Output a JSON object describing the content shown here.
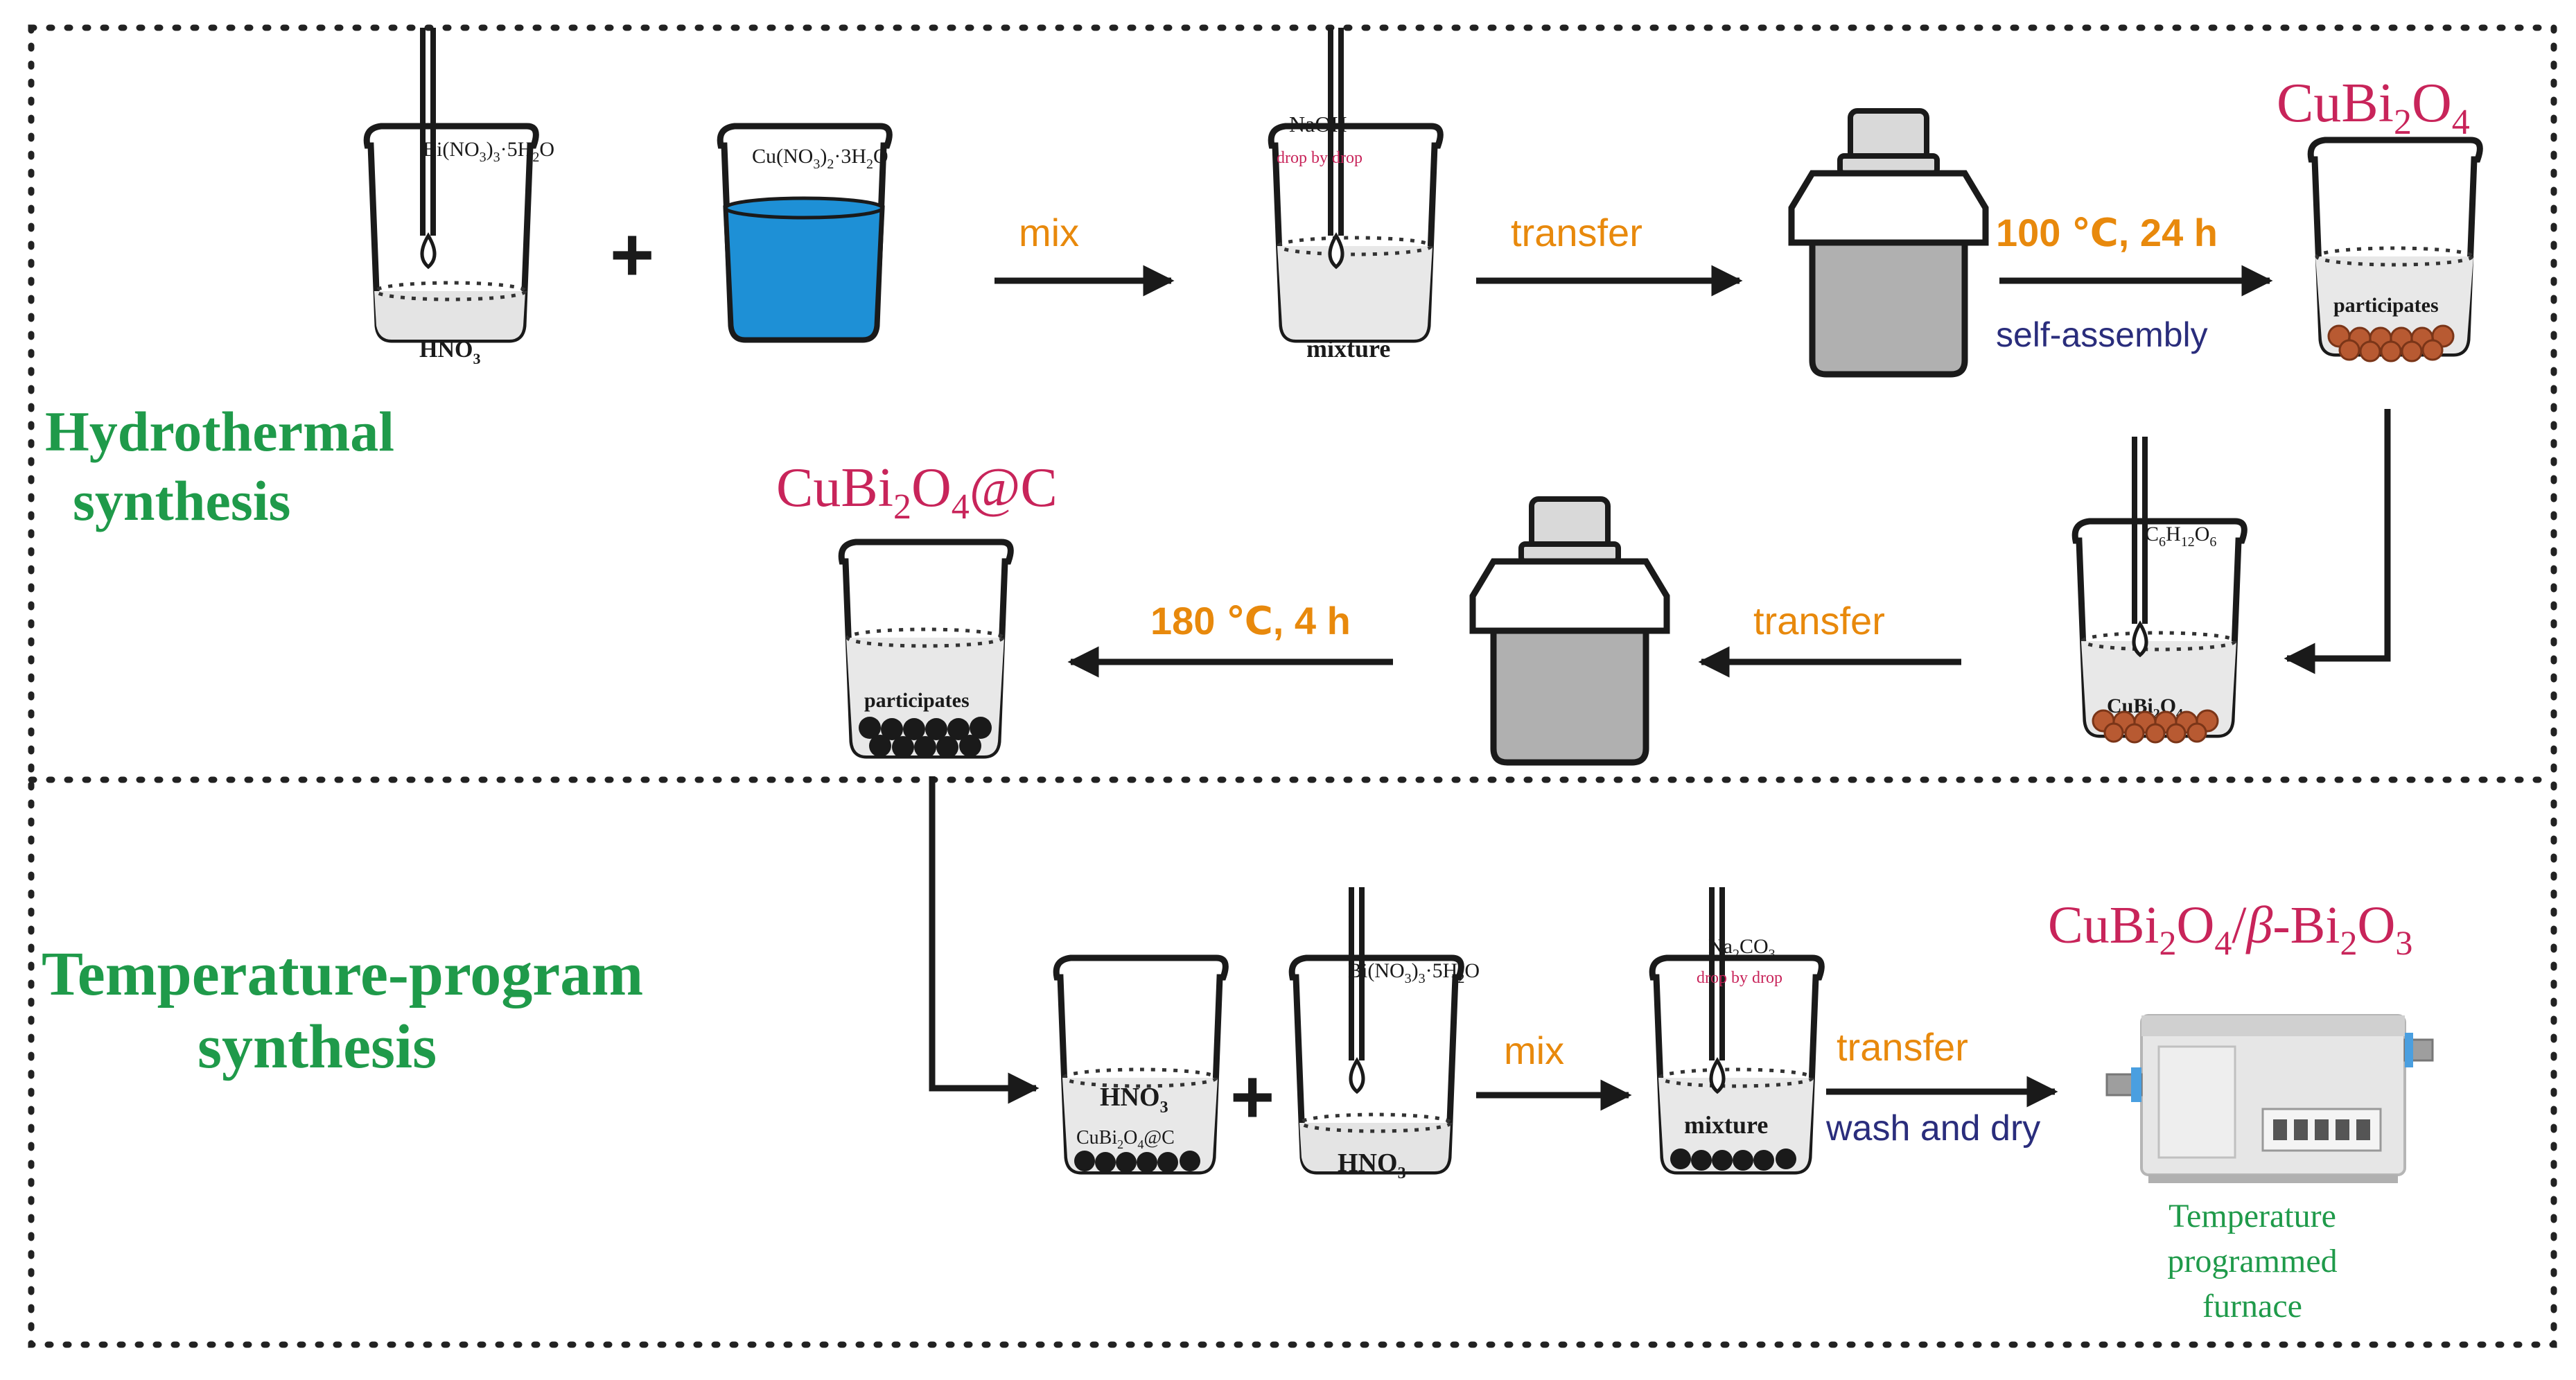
{
  "sections": {
    "hydrothermal": {
      "line1": "Hydrothermal",
      "line2": "synthesis"
    },
    "temperature_program": {
      "line1": "Temperature-program",
      "line2": "synthesis"
    }
  },
  "products": {
    "cubi2o4": {
      "base": "CuBi",
      "sub1": "2",
      "mid": "O",
      "sub2": "4"
    },
    "cubi2o4_c": {
      "base": "CuBi",
      "sub1": "2",
      "mid": "O",
      "sub2": "4",
      "tail": "@C"
    },
    "composite": {
      "a": "CuBi",
      "s1": "2",
      "b": "O",
      "s2": "4",
      "c": "/",
      "beta": "β",
      "d": "-Bi",
      "s3": "2",
      "e": "O",
      "s4": "3"
    }
  },
  "reagents": {
    "bi_nitrate": {
      "a": "Bi(NO",
      "s1": "3",
      "b": ")",
      "s2": "3",
      "c": "·5H",
      "s3": "2",
      "d": "O"
    },
    "cu_nitrate": {
      "a": "Cu(NO",
      "s1": "3",
      "b": ")",
      "s2": "2",
      "c": "·3H",
      "s3": "2",
      "d": "O"
    },
    "naoh": "NaOH",
    "drop_by_drop": "drop by drop",
    "glucose": {
      "a": "C",
      "s1": "6",
      "b": "H",
      "s2": "12",
      "c": "O",
      "s3": "6"
    },
    "na2co3": {
      "a": "Na",
      "s1": "2",
      "b": "CO",
      "s2": "3"
    }
  },
  "beaker_labels": {
    "hno3": {
      "a": "HNO",
      "s1": "3"
    },
    "mixture": "mixture",
    "participates": "participates",
    "cubi2o4_inner": {
      "a": "CuBi",
      "s1": "2",
      "b": "O",
      "s2": "4"
    },
    "cubi2o4c_inner": {
      "a": "CuBi",
      "s1": "2",
      "b": "O",
      "s2": "4",
      "c": "@C"
    }
  },
  "steps": {
    "mix": "mix",
    "transfer": "transfer",
    "cond_100": "100 ℃, 24 h",
    "self_assembly": "self-assembly",
    "cond_180": "180 ℃, 4 h",
    "wash_dry": "wash and dry",
    "plus": "+"
  },
  "furnace": {
    "line1": "Temperature",
    "line2": "programmed",
    "line3": "furnace"
  },
  "colors": {
    "green": "#1f9a4a",
    "orange": "#e8890c",
    "navy": "#2a2d7c",
    "magenta": "#c8245a",
    "blue_liquid": "#1e90d6",
    "particle_brown": "#b85a32",
    "particle_black": "#1a1a1a"
  }
}
